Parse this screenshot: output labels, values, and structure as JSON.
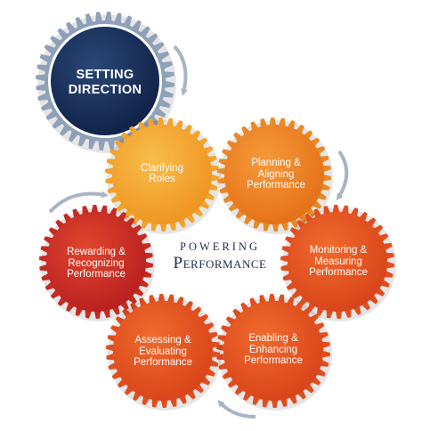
{
  "colors": {
    "navy": "#152b55",
    "navy_teeth": "#8fa1b8",
    "orange": "#e98925",
    "orange_light": "#f4a32a",
    "red_orange": "#e24d1f",
    "crimson": "#c62a22",
    "arrow_gray": "#a9b4c6",
    "title_navy": "#1b2a55"
  },
  "center": {
    "top": "POWERING",
    "bottom": "Performance"
  },
  "setting_direction": {
    "lines": [
      "SETTING",
      "DIRECTION"
    ]
  },
  "gears": [
    {
      "id": "clarifying-roles",
      "lines": [
        "Clarifying",
        "Roles"
      ]
    },
    {
      "id": "planning-aligning",
      "lines": [
        "Planning &",
        "Aligning",
        "Performance"
      ]
    },
    {
      "id": "monitoring-measuring",
      "lines": [
        "Monitoring &",
        "Measuring",
        "Performance"
      ]
    },
    {
      "id": "enabling-enhancing",
      "lines": [
        "Enabling &",
        "Enhancing",
        "Performance"
      ]
    },
    {
      "id": "assessing-evaluating",
      "lines": [
        "Assessing &",
        "Evaluating",
        "Performance"
      ]
    },
    {
      "id": "rewarding-recognizing",
      "lines": [
        "Rewarding &",
        "Recognizing",
        "Performance"
      ]
    }
  ]
}
